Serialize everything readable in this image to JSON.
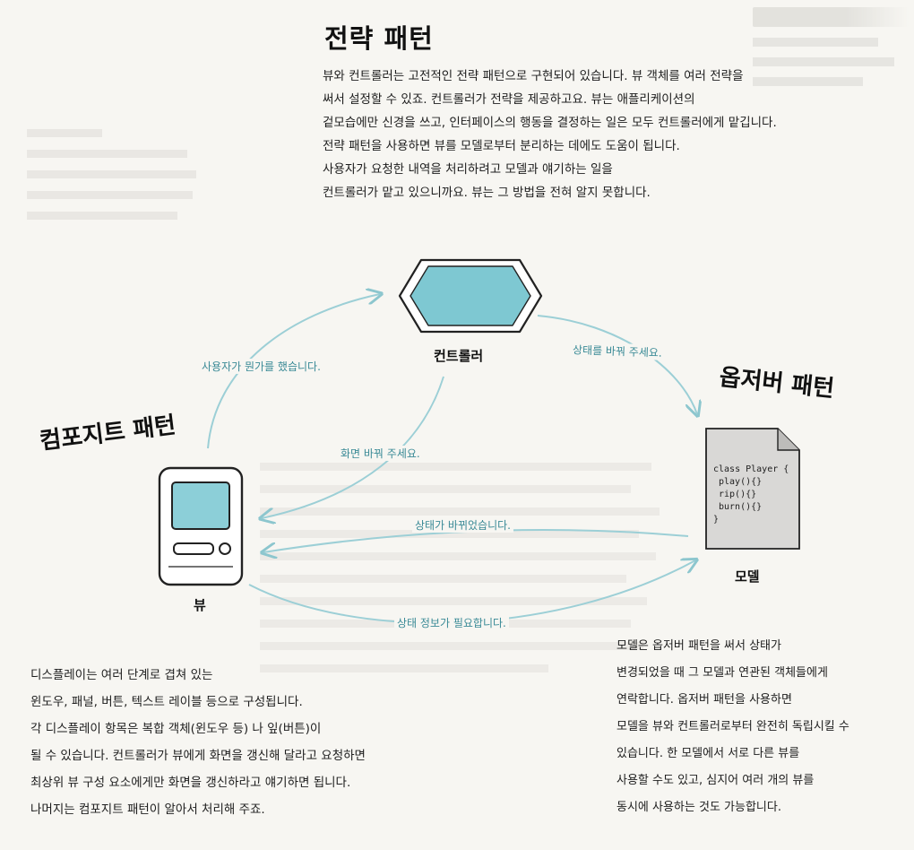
{
  "titles": {
    "strategy": "전략 패턴",
    "observer": "옵저버 패턴",
    "composite": "컴포지트 패턴"
  },
  "paragraphs": {
    "strategy": [
      "뷰와 컨트롤러는 고전적인 전략 패턴으로 구현되어 있습니다. 뷰 객체를 여러 전략을",
      "써서 설정할 수 있죠. 컨트롤러가 전략을 제공하고요. 뷰는 애플리케이션의",
      "겉모습에만 신경을 쓰고, 인터페이스의 행동을 결정하는 일은 모두 컨트롤러에게 맡깁니다.",
      "전략 패턴을 사용하면 뷰를 모델로부터 분리하는 데에도 도움이 됩니다.",
      "사용자가 요청한 내역을 처리하려고 모델과 얘기하는 일을",
      "컨트롤러가 맡고 있으니까요. 뷰는 그 방법을 전혀 알지 못합니다."
    ],
    "composite": [
      "디스플레이는 여러 단계로 겹쳐 있는",
      "윈도우, 패널, 버튼, 텍스트 레이블 등으로 구성됩니다.",
      "각 디스플레이 항목은 복합 객체(윈도우 등) 나 잎(버튼)이",
      "될 수 있습니다. 컨트롤러가 뷰에게 화면을 갱신해 달라고 요청하면",
      "최상위 뷰 구성 요소에게만 화면을 갱신하라고 얘기하면 됩니다.",
      "나머지는 컴포지트 패턴이 알아서 처리해 주죠."
    ],
    "observer": [
      "모델은 옵저버 패턴을 써서 상태가",
      "변경되었을 때 그 모델과 연관된 객체들에게",
      "연락합니다. 옵저버 패턴을 사용하면",
      "모델을 뷰와 컨트롤러로부터 완전히 독립시킬 수",
      "있습니다. 한 모델에서 서로 다른 뷰를",
      "사용할 수도 있고, 심지어 여러 개의 뷰를",
      "동시에 사용하는 것도 가능합니다."
    ]
  },
  "nodes": {
    "controller": "컨트롤러",
    "view": "뷰",
    "model": "모델"
  },
  "arrows": {
    "user_did_something": "사용자가 뭔가를 했습니다.",
    "change_state": "상태를 바꿔 주세요.",
    "change_display": "화면 바꿔 주세요.",
    "state_changed": "상태가 바뀌었습니다.",
    "need_state_info": "상태 정보가 필요합니다."
  },
  "model_code": [
    "class Player {",
    "play(){}",
    "rip(){}",
    "burn(){}",
    "}"
  ],
  "colors": {
    "accent": "#7ec8d2",
    "arrow": "#9ccfd6",
    "text": "#1d1d1d"
  }
}
